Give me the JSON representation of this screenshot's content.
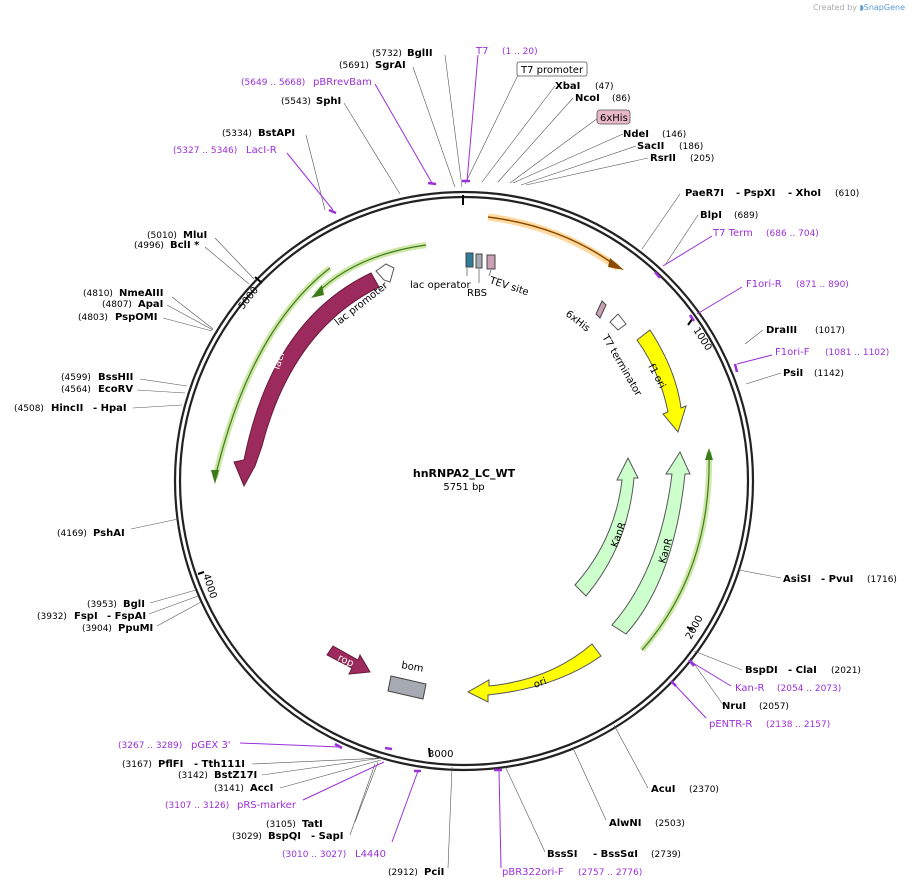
{
  "credit": {
    "prefix": "Created by",
    "brand": "SnapGene"
  },
  "map_title": "hnRNPA2_LC_WT",
  "map_length": "5751 bp",
  "ticks": [
    "1000",
    "2000",
    "3000",
    "4000",
    "5000"
  ],
  "sites": {
    "bglII": {
      "name": "BglII",
      "pos": "(5732)"
    },
    "sgrAI": {
      "name": "SgrAI",
      "pos": "(5691)"
    },
    "sphI": {
      "name": "SphI",
      "pos": "(5543)"
    },
    "bstAPI": {
      "name": "BstAPI",
      "pos": "(5334)"
    },
    "mluI": {
      "name": "MluI",
      "pos": "(5010)"
    },
    "bclI": {
      "name": "BclI *",
      "pos": "(4996)"
    },
    "nmeAIII": {
      "name": "NmeAIII",
      "pos": "(4810)"
    },
    "apaI": {
      "name": "ApaI",
      "pos": "(4807)"
    },
    "pspOMI": {
      "name": "PspOMI",
      "pos": "(4803)"
    },
    "bssHII": {
      "name": "BssHII",
      "pos": "(4599)"
    },
    "ecoRV": {
      "name": "EcoRV",
      "pos": "(4564)"
    },
    "hincII": {
      "name": "HincII",
      "name2": "- HpaI",
      "pos": "(4508)"
    },
    "pshAI": {
      "name": "PshAI",
      "pos": "(4169)"
    },
    "bglI": {
      "name": "BglI",
      "pos": "(3953)"
    },
    "fspI": {
      "name": "FspI",
      "name2": "- FspAI",
      "pos": "(3932)"
    },
    "ppuMI": {
      "name": "PpuMI",
      "pos": "(3904)"
    },
    "pflFI": {
      "name": "PflFI",
      "name2": "- Tth111I",
      "pos": "(3167)"
    },
    "bstZ17I": {
      "name": "BstZ17I",
      "pos": "(3142)"
    },
    "accI": {
      "name": "AccI",
      "pos": "(3141)"
    },
    "tatI": {
      "name": "TatI",
      "pos": "(3105)"
    },
    "bspQI": {
      "name": "BspQI",
      "name2": "- SapI",
      "pos": "(3029)"
    },
    "pciI": {
      "name": "PciI",
      "pos": "(2912)"
    },
    "bssSI": {
      "name": "BssSI",
      "name2": "- BssSαI",
      "pos": "(2739)"
    },
    "alwNI": {
      "name": "AlwNI",
      "pos": "(2503)"
    },
    "acuI": {
      "name": "AcuI",
      "pos": "(2370)"
    },
    "nruI": {
      "name": "NruI",
      "pos": "(2057)"
    },
    "bspDI": {
      "name": "BspDI",
      "name2": "- ClaI",
      "pos": "(2021)"
    },
    "asiSI": {
      "name": "AsiSI",
      "name2": "- PvuI",
      "pos": "(1716)"
    },
    "psiI": {
      "name": "PsiI",
      "pos": "(1142)"
    },
    "draIII": {
      "name": "DraIII",
      "pos": "(1017)"
    },
    "blpI": {
      "name": "BlpI",
      "pos": "(689)"
    },
    "paeR7I": {
      "name": "PaeR7I",
      "name2": "- PspXI",
      "name3": "- XhoI",
      "pos": "(610)"
    },
    "rsrII": {
      "name": "RsrII",
      "pos": "(205)"
    },
    "sacII": {
      "name": "SacII",
      "pos": "(186)"
    },
    "ndeI": {
      "name": "NdeI",
      "pos": "(146)"
    },
    "ncoI": {
      "name": "NcoI",
      "pos": "(86)"
    },
    "xbaI": {
      "name": "XbaI",
      "pos": "(47)"
    }
  },
  "primers": {
    "t7": {
      "name": "T7",
      "range": "(1 .. 20)"
    },
    "pBRrevBam": {
      "name": "pBRrevBam",
      "range": "(5649 .. 5668)"
    },
    "lacIR": {
      "name": "LacI-R",
      "range": "(5327 .. 5346)"
    },
    "t7term": {
      "name": "T7 Term",
      "range": "(686 .. 704)"
    },
    "f1oriR": {
      "name": "F1ori-R",
      "range": "(871 .. 890)"
    },
    "f1oriF": {
      "name": "F1ori-F",
      "range": "(1081 .. 1102)"
    },
    "kanR": {
      "name": "Kan-R",
      "range": "(2054 .. 2073)"
    },
    "pENTRR": {
      "name": "pENTR-R",
      "range": "(2138 .. 2157)"
    },
    "pBR322oriF": {
      "name": "pBR322ori-F",
      "range": "(2757 .. 2776)"
    },
    "l4440": {
      "name": "L4440",
      "range": "(3010 .. 3027)"
    },
    "pRSmarker": {
      "name": "pRS-marker",
      "range": "(3107 .. 3126)"
    },
    "pGEX3": {
      "name": "pGEX 3'",
      "range": "(3267 .. 3289)"
    }
  },
  "features": {
    "t7promoter": "T7 promoter",
    "sixHisBox": "6xHis",
    "lacOperator": "lac operator",
    "rbs": "RBS",
    "tevSite": "TEV site",
    "lacIPromoter": "lac promoter",
    "lacI": "lacI",
    "sixHis": "6xHis",
    "t7terminator": "T7 terminator",
    "f1ori": "f1 ori",
    "kanR1": "KanR",
    "kanR2": "KanR",
    "ori": "ori",
    "rop": "rop",
    "bom": "bom"
  },
  "colors": {
    "lacI": "#9c2a5c",
    "rop": "#9c2a5c",
    "f1ori": "#ffff00",
    "ori": "#ffff00",
    "kanR": "#ccffcc",
    "insert": "#e8a14a",
    "highlight": "#9ccf5a",
    "primer": "#9b30d9",
    "bom": "#a6aab3",
    "lacOperator": "#2e7d9b"
  }
}
